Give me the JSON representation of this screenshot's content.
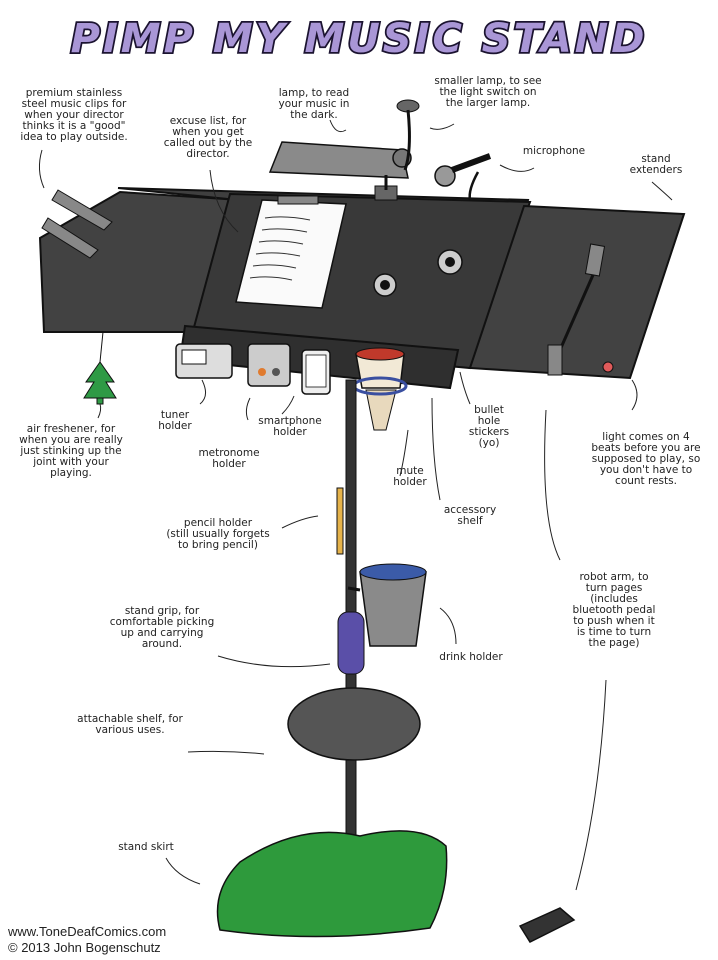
{
  "title": "PIMP MY MUSIC STAND",
  "labels": {
    "clips": "premium stainless\nsteel music clips for\nwhen your director\nthinks it is a \"good\"\nidea to play outside.",
    "excuse": "excuse list, for\nwhen you get\ncalled out by the\ndirector.",
    "lamp": "lamp, to read\nyour music in\nthe dark.",
    "small_lamp": "smaller lamp, to see\nthe light switch on\nthe larger lamp.",
    "microphone": "microphone",
    "extenders": "stand\nextenders",
    "air_freshener": "air freshener, for\nwhen you are really\njust stinking up the\njoint with your\nplaying.",
    "tuner": "tuner\nholder",
    "metronome": "metronome\nholder",
    "smartphone": "smartphone\nholder",
    "mute": "mute\nholder",
    "bullet": "bullet\nhole\nstickers\n(yo)",
    "accessory": "accessory\nshelf",
    "light": "light comes on 4\nbeats before you are\nsupposed to play, so\nyou don't have to\ncount rests.",
    "pencil": "pencil holder\n(still usually forgets\nto bring pencil)",
    "grip": "stand grip, for\ncomfortable picking\nup and carrying\naround.",
    "drink": "drink holder",
    "robot": "robot arm, to\nturn pages\n(includes\nbluetooth pedal\nto push when it\nis time to turn\nthe page)",
    "shelf": "attachable shelf, for\nvarious uses.",
    "skirt": "stand skirt"
  },
  "credits": {
    "site": "www.ToneDeafComics.com",
    "copyright": "© 2013 John Bogenschutz"
  },
  "colors": {
    "title_fill": "#a996d6",
    "stand_dark": "#3c3c3c",
    "skirt_green": "#2e9a3c",
    "grip_purple": "#5a4fa8",
    "tree_green": "#2f9a45",
    "mute_red": "#c0392b"
  }
}
